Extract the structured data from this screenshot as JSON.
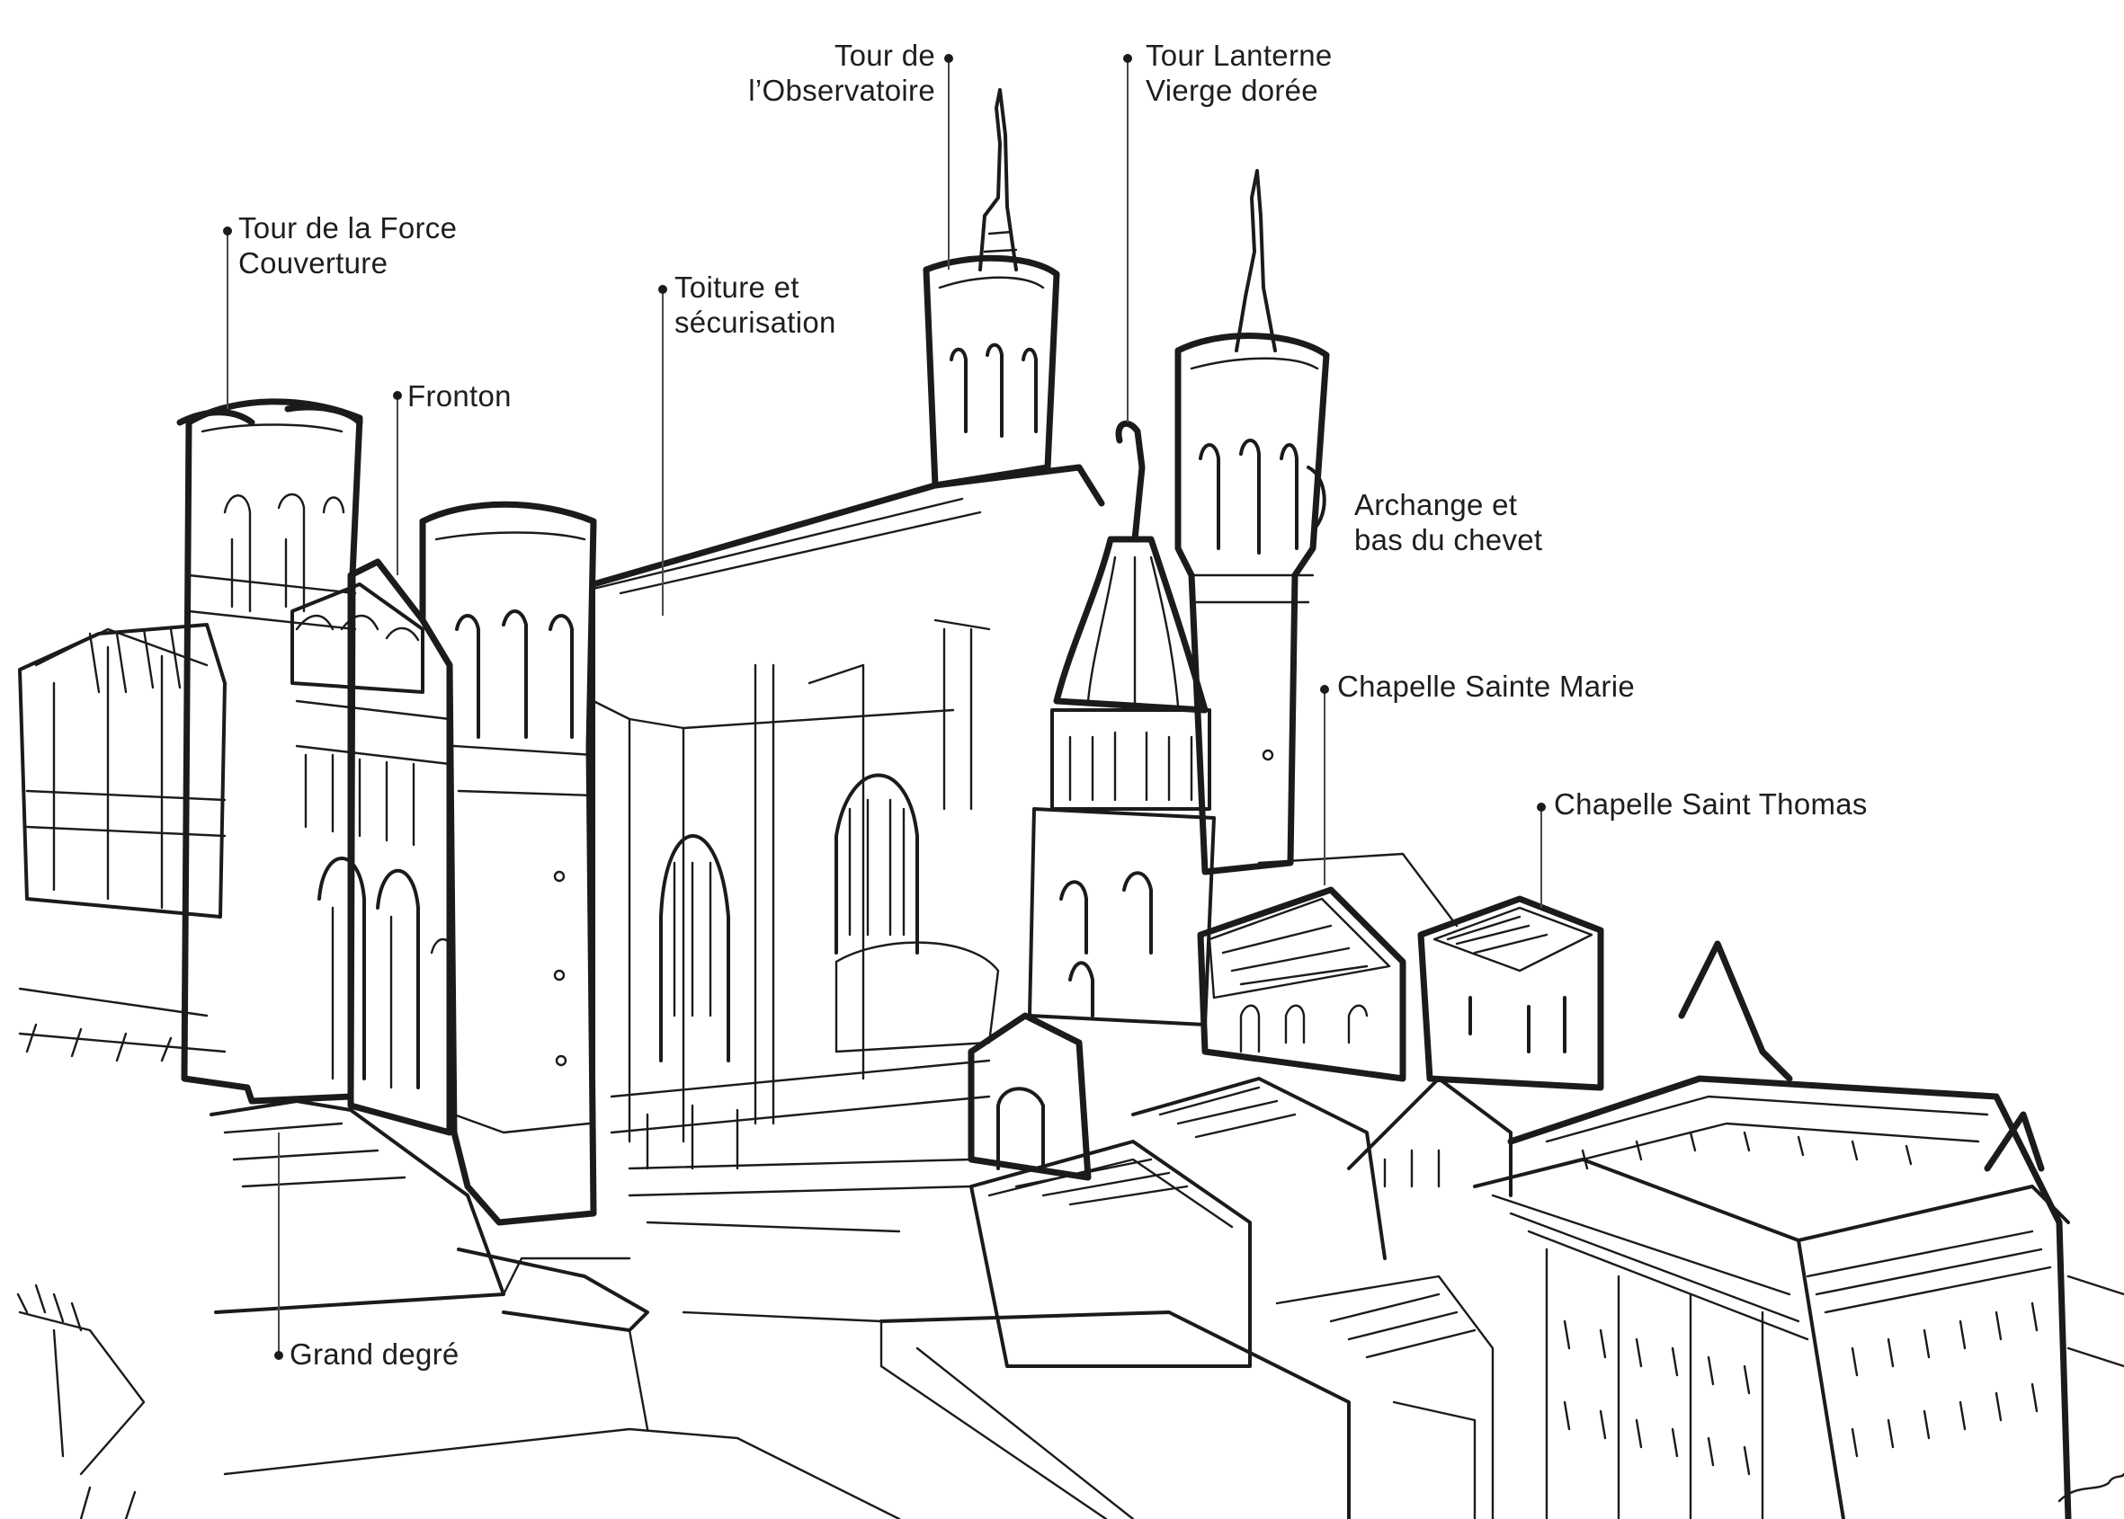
{
  "labels": [
    {
      "id": "tour-observatoire",
      "lines": [
        "Tour de",
        "l’Observatoire"
      ]
    },
    {
      "id": "tour-lanterne",
      "lines": [
        "Tour Lanterne",
        "Vierge dorée"
      ]
    },
    {
      "id": "tour-force",
      "lines": [
        "Tour de la Force",
        "Couverture"
      ]
    },
    {
      "id": "toiture",
      "lines": [
        "Toiture et",
        "sécurisation"
      ]
    },
    {
      "id": "fronton",
      "lines": [
        "Fronton"
      ]
    },
    {
      "id": "archange",
      "lines": [
        "Archange et",
        "bas du chevet"
      ]
    },
    {
      "id": "chapelle-marie",
      "lines": [
        "Chapelle Sainte Marie"
      ]
    },
    {
      "id": "chapelle-thomas",
      "lines": [
        "Chapelle Saint Thomas"
      ]
    },
    {
      "id": "grand-degre",
      "lines": [
        "Grand degré"
      ]
    }
  ],
  "colors": {
    "ink": "#1b1b1b",
    "leader": "#4a4a4a",
    "background": "#ffffff"
  }
}
